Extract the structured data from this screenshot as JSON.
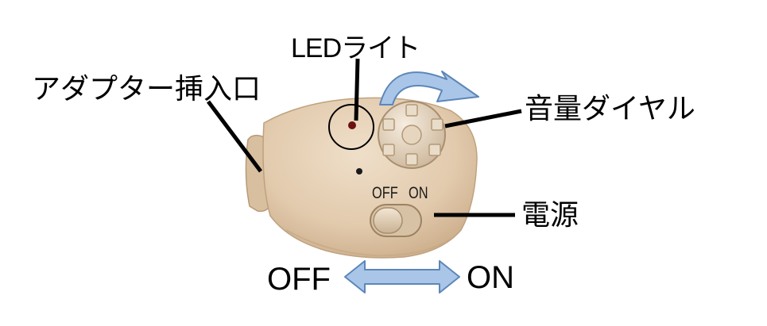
{
  "labels": {
    "adapter_port": "アダプター挿入口",
    "led_light": "LEDライト",
    "volume_dial": "音量ダイヤル",
    "power": "電源",
    "switch_off": "OFF",
    "switch_on": "ON",
    "arrow_off": "OFF",
    "arrow_on": "ON"
  },
  "colors": {
    "body": "#e3cdb2",
    "body_shadow": "#c9ad8c",
    "arrow_fill": "#a9c6e8",
    "arrow_stroke": "#5d86b8",
    "led": "#6b1111"
  }
}
